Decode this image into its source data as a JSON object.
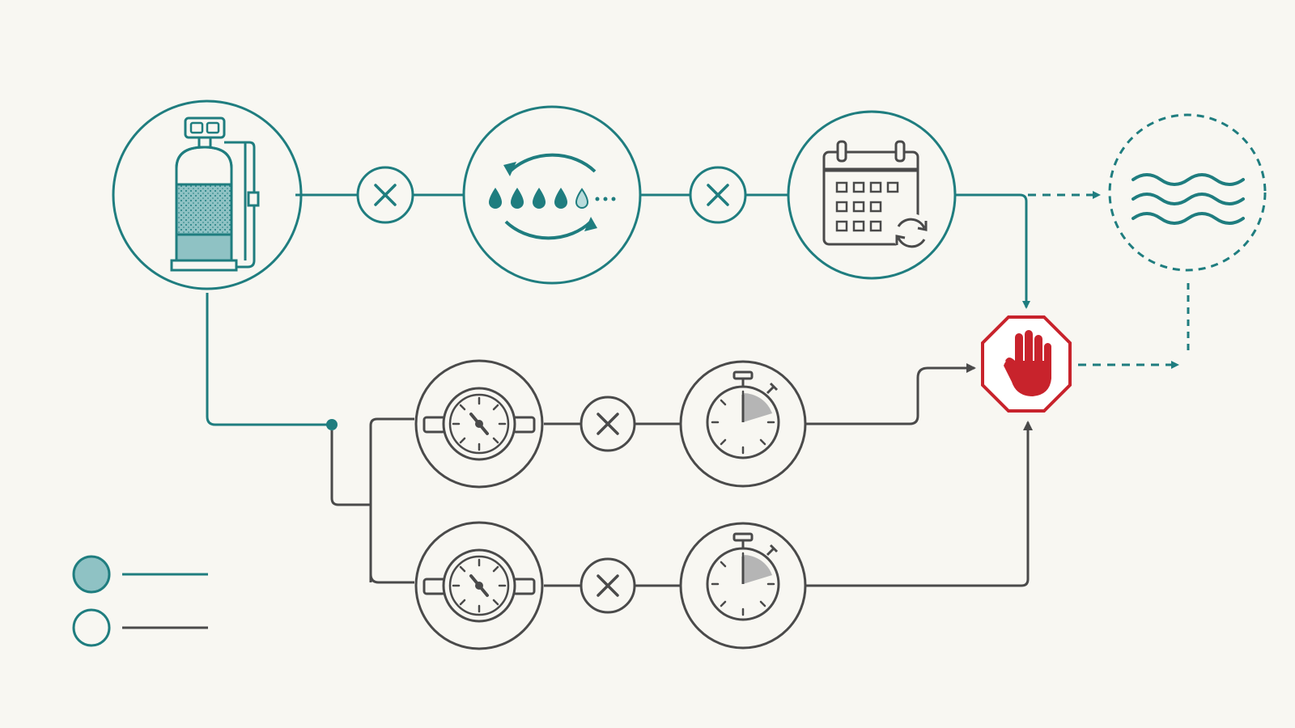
{
  "diagram": {
    "colors": {
      "teal": "#1f7d7f",
      "teal_fill": "#8fc2c4",
      "teal_light": "#b9dcdc",
      "gray": "#4a4a4a",
      "gray_fill": "#b5b5b5",
      "red": "#c8232c",
      "background": "#f8f7f2"
    },
    "nodes": [
      {
        "id": "softener-tank",
        "icon": "water-softener-tank-icon",
        "style": "teal"
      },
      {
        "id": "regeneration-cycle",
        "icon": "recycle-drops-icon",
        "style": "teal"
      },
      {
        "id": "schedule",
        "icon": "calendar-refresh-icon",
        "style": "teal"
      },
      {
        "id": "water-output",
        "icon": "water-waves-icon",
        "style": "teal-dashed"
      },
      {
        "id": "stop",
        "icon": "stop-hand-icon",
        "style": "red"
      },
      {
        "id": "flow-meter-1",
        "icon": "flow-meter-icon",
        "style": "gray"
      },
      {
        "id": "timer-1",
        "icon": "stopwatch-icon",
        "style": "gray"
      },
      {
        "id": "flow-meter-2",
        "icon": "flow-meter-icon",
        "style": "gray"
      },
      {
        "id": "timer-2",
        "icon": "stopwatch-icon",
        "style": "gray"
      }
    ],
    "operators": [
      "multiply-icon",
      "multiply-icon",
      "multiply-icon",
      "multiply-icon"
    ],
    "legend": [
      {
        "marker": "filled-teal-circle-icon",
        "label": ""
      },
      {
        "marker": "outline-teal-circle-icon",
        "label": ""
      }
    ]
  }
}
